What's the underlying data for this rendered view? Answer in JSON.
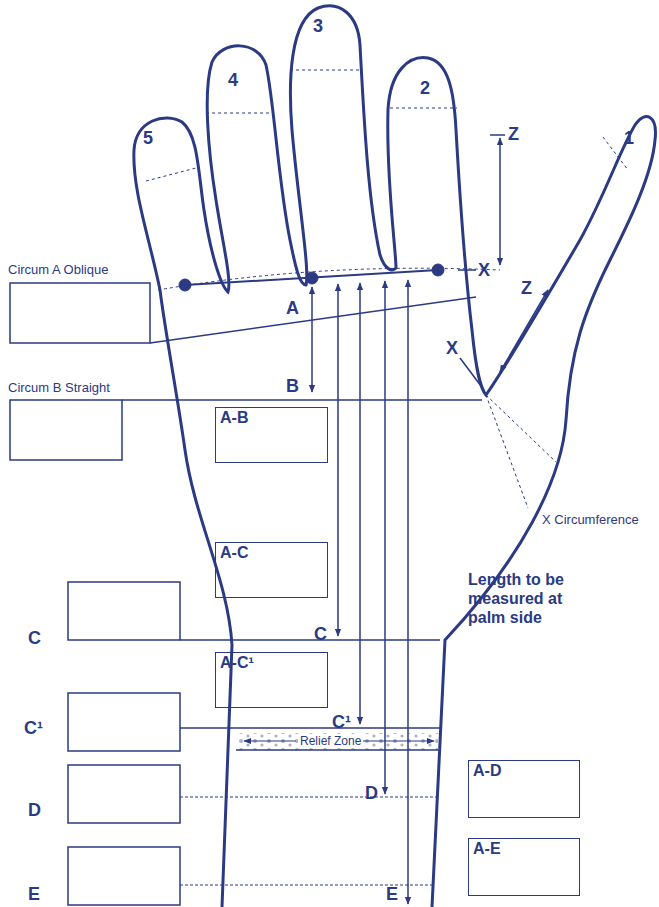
{
  "diagram": {
    "nodes": [
      {
        "text": [
          "A-B"
        ]
      },
      {
        "text": [
          "A-C"
        ]
      },
      {
        "text": [
          "A-C¹"
        ]
      },
      {
        "text": [
          "A-D"
        ]
      },
      {
        "text": [
          "A-E"
        ]
      }
    ],
    "labels": [
      "5",
      "4",
      "3",
      "2",
      "1",
      "Z",
      "X",
      "Z",
      "X",
      "Circum A Oblique",
      "A",
      "Circum B Straight",
      "B",
      "X Circumference",
      "C",
      "C",
      "C¹",
      "C¹",
      "Relief Zone",
      "D",
      "D",
      "E",
      "E",
      "Length to be measured at palm side"
    ]
  }
}
